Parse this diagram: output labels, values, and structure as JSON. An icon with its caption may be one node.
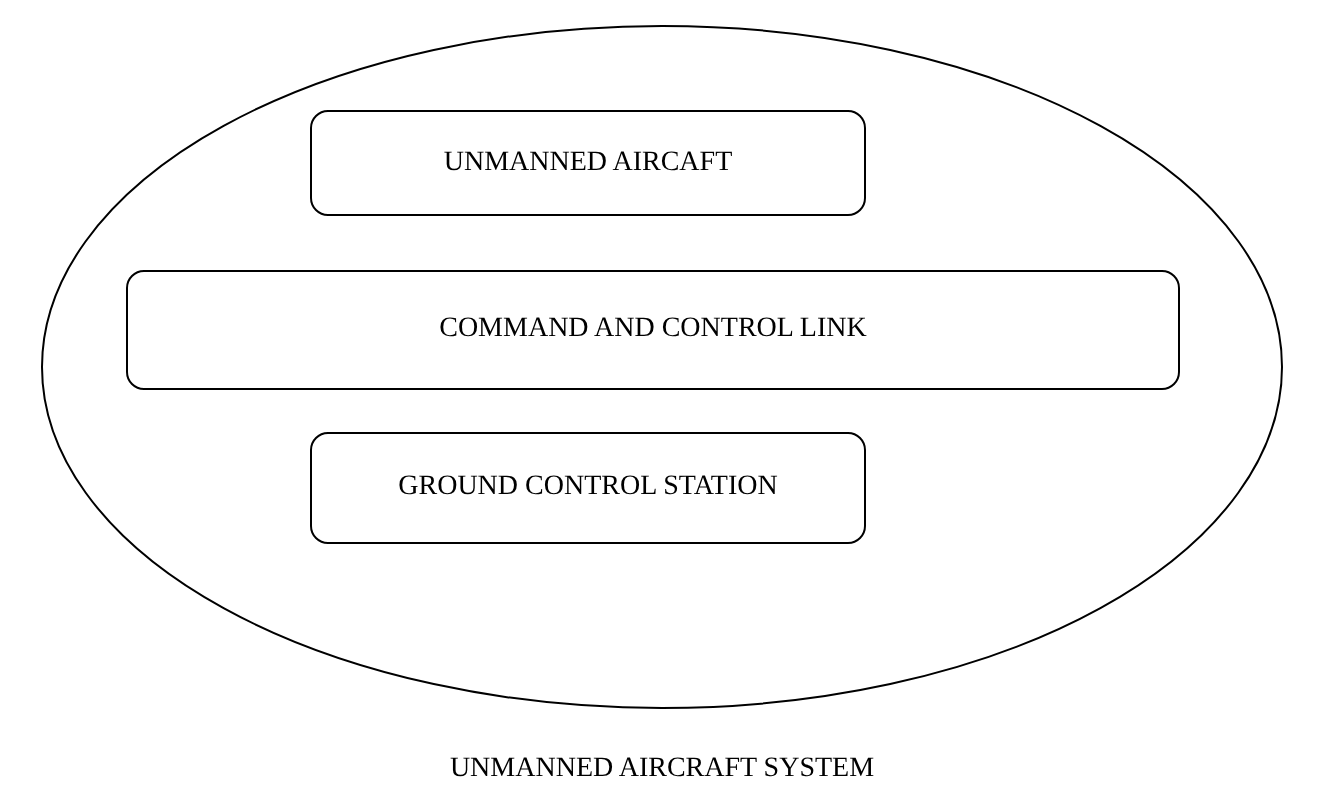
{
  "diagram": {
    "nodes": [
      {
        "text": [
          "UNMANNED AIRCRAFT SYSTEM"
        ]
      },
      {
        "text": [
          "UNMANNED AIRCAFT"
        ],
        "in": 0
      },
      {
        "text": [
          "COMMAND AND CONTROL LINK"
        ],
        "in": 0
      },
      {
        "text": [
          "GROUND CONTROL STATION"
        ],
        "in": 0
      }
    ]
  }
}
